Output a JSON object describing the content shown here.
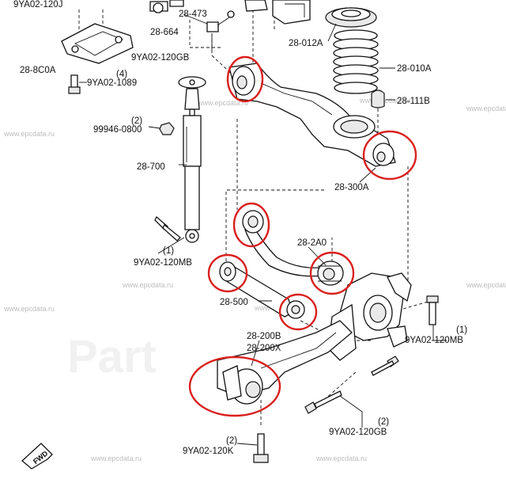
{
  "labels": {
    "l_9ya02_120j": "9YA02-120J",
    "l_28_473": "28-473",
    "l_28_664": "28-664",
    "l_9ya02_120gb_top": "9YA02-120GB",
    "l_28_8c0a": "28-8C0A",
    "l_qty4": "(4)",
    "l_9ya02_1089": "9YA02-1089",
    "l_28_012a": "28-012A",
    "l_28_010a": "28-010A",
    "l_28_111b": "28-111B",
    "l_qty2_a": "(2)",
    "l_99946_0800": "99946-0800",
    "l_28_700": "28-700",
    "l_28_300a": "28-300A",
    "l_28_2a0": "28-2A0",
    "l_qty1_a": "(1)",
    "l_9ya02_120mb_left": "9YA02-120MB",
    "l_28_500": "28-500",
    "l_qty1_b": "(1)",
    "l_9ya02_120mb_right": "9YA02-120MB",
    "l_28_200b": "28-200B",
    "l_28_200x": "28-200X",
    "l_qty2_b": "(2)",
    "l_9ya02_120gb_bottom": "9YA02-120GB",
    "l_qty2_c": "(2)",
    "l_9ya02_120k": "9YA02-120K",
    "l_fwd": "FWD"
  },
  "watermarks": {
    "site": "www.epcdata.ru",
    "big": "Part"
  },
  "colors": {
    "highlight": "#d9201e",
    "line": "#111111",
    "watermark": "#bcbcbc"
  }
}
